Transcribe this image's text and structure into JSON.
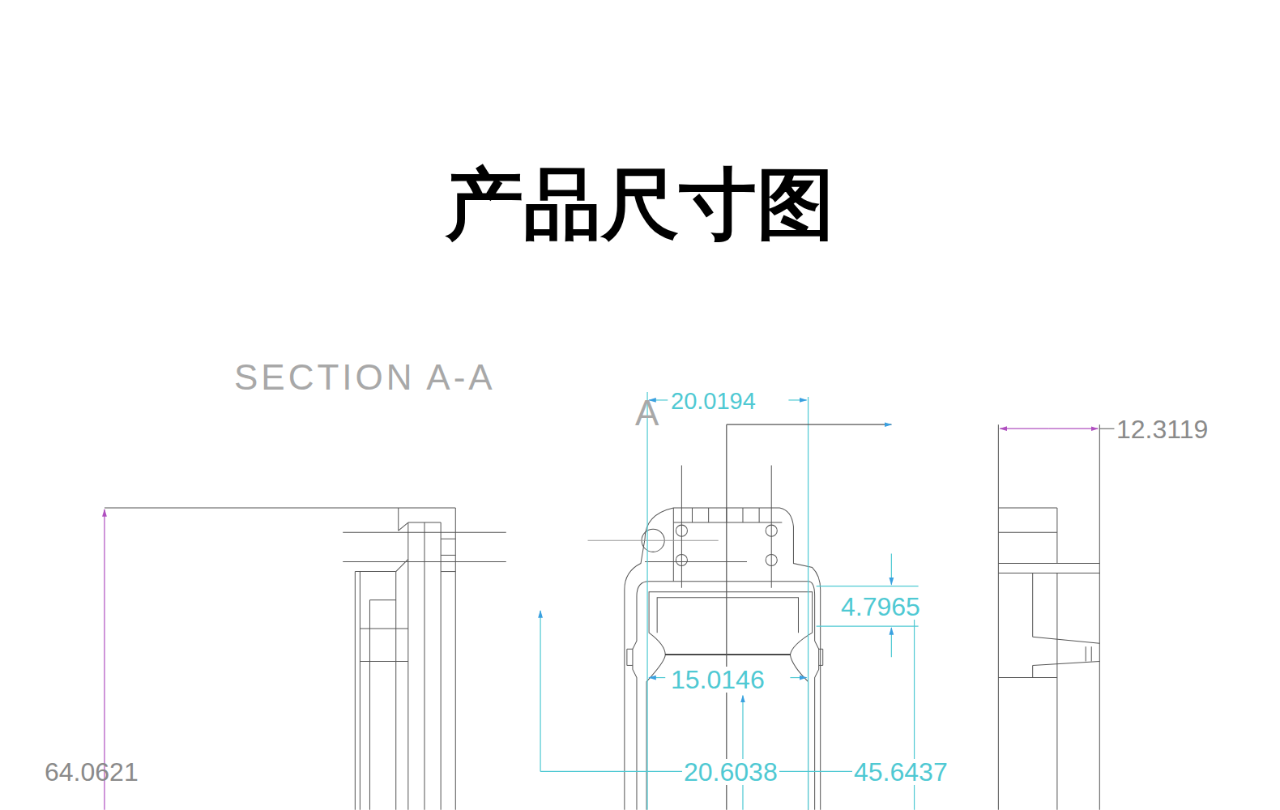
{
  "diagram": {
    "title": "产品尺寸图",
    "labels": [
      "SECTION A-A",
      "A",
      "20.0194",
      "12.3119",
      "4.7965",
      "15.0146",
      "64.0621",
      "20.6038",
      "45.6437"
    ]
  }
}
